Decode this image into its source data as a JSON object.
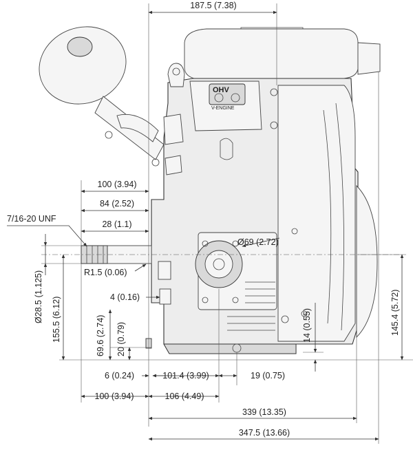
{
  "dimensions": {
    "top_overall": "187.5 (7.38)",
    "shaft_100": "100 (3.94)",
    "shaft_84": "84 (2.52)",
    "thread": "7/16-20 UNF",
    "shaft_28": "28 (1.1)",
    "radius": "R1.5 (0.06)",
    "keyway_depth": "4 (0.16)",
    "dia_shaft": "Ø28.5 (1.125)",
    "height_155": "155.5 (6.12)",
    "height_69": "69.6 (2.74)",
    "height_20": "20 (0.79)",
    "bore_dia": "Ø69 (2.72)",
    "height_14": "14 (0.55)",
    "height_145": "145.4 (5.72)",
    "bottom_6": "6 (0.24)",
    "bottom_101": "101.4 (3.99)",
    "bottom_19": "19 (0.75)",
    "bottom_100": "100 (3.94)",
    "bottom_106": "106 (4.49)",
    "overall_339": "339 (13.35)",
    "overall_347": "347.5 (13.66)"
  },
  "labels": {
    "ohv": "OHV",
    "v_engine": "V-ENGINE"
  }
}
